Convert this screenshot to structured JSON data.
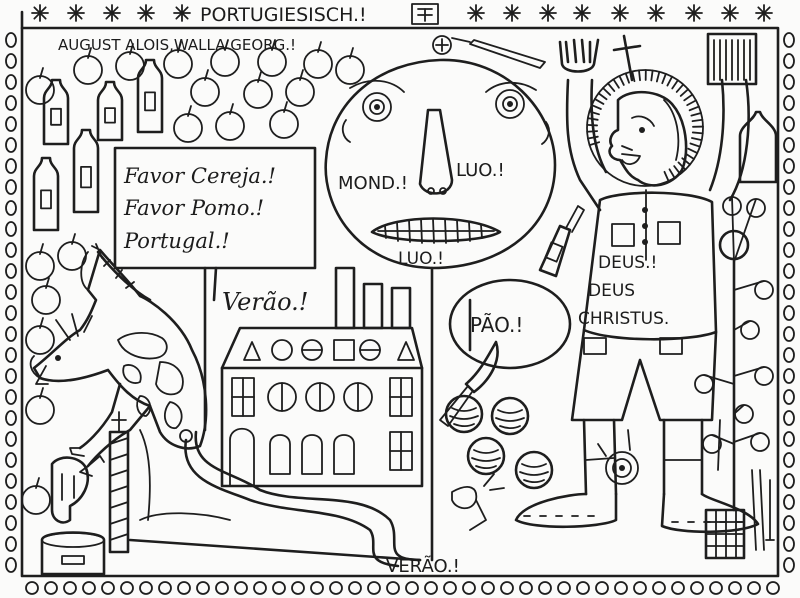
{
  "texts": {
    "header_title": "PORTUGIESISCH.!",
    "artist_name": "AUGUST ALOIS,WALLA GEORG.!",
    "sign_line1": "Favor Cereja.!",
    "sign_line2": "Favor Pomo.!",
    "sign_line3": "Portugal.!",
    "verao_script": "Verão.!",
    "mond": "MOND.!",
    "luo_right": "LUO.!",
    "luo_mouth": "LUO.!",
    "pao": "PÃO.!",
    "deus1": "DEUS.!",
    "deus2": "DEUS",
    "christus": "CHRISTUS.",
    "verao_bottom": "VERÃO.!"
  },
  "icons": {
    "header_mark": "cross-in-box-icon",
    "plus": "plus-circle-icon"
  },
  "colors": {
    "ink": "#1e1e1e",
    "paper": "#fbfbfa"
  }
}
